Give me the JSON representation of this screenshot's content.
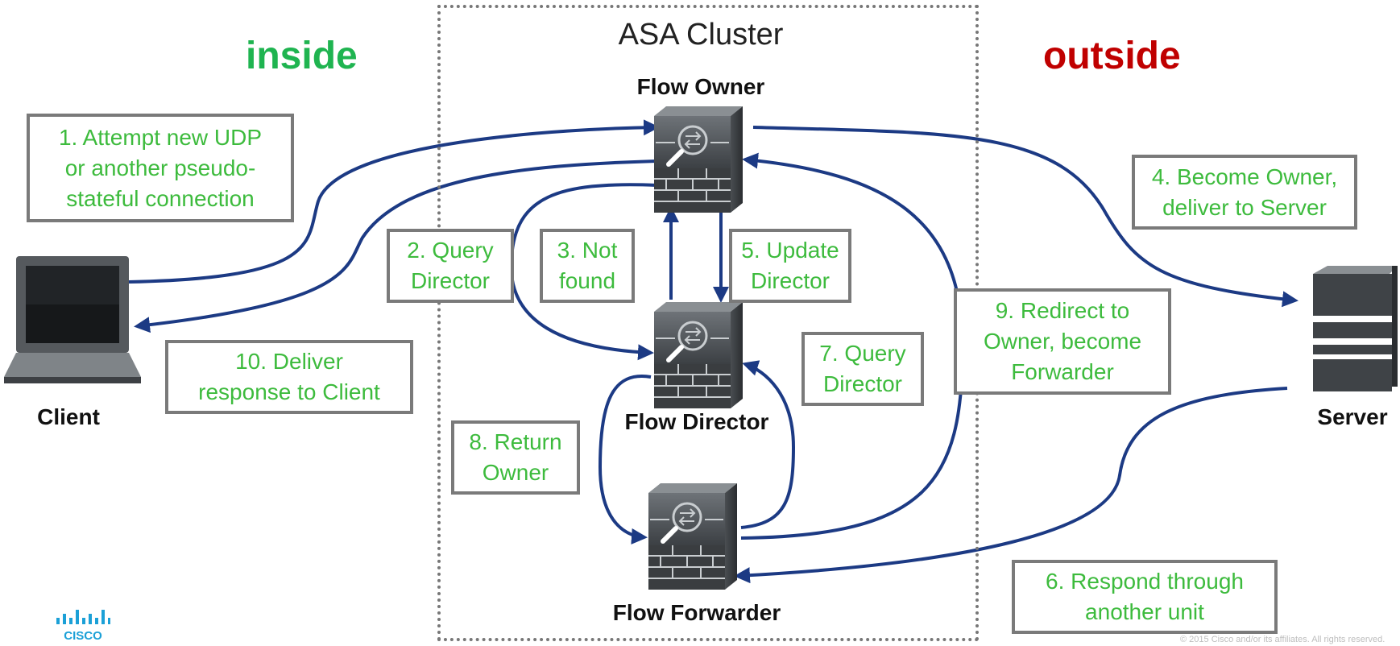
{
  "cluster": {
    "title": "ASA Cluster"
  },
  "zones": {
    "inside": "inside",
    "outside": "outside"
  },
  "devices": {
    "owner": "Flow Owner",
    "director": "Flow Director",
    "forwarder": "Flow Forwarder",
    "client": "Client",
    "server": "Server"
  },
  "steps": [
    "1. Attempt new UDP\nor another pseudo-\nstateful connection",
    "2. Query\nDirector",
    "3. Not\nfound",
    "4. Become Owner,\ndeliver to Server",
    "5. Update\nDirector",
    "6. Respond through\nanother unit",
    "7. Query\nDirector",
    "8. Return\nOwner",
    "9. Redirect to\nOwner, become\nForwarder",
    "10. Deliver\nresponse to Client"
  ],
  "footer": {
    "logo_text": "CISCO",
    "copyright": "© 2015  Cisco and/or its affiliates. All rights reserved."
  },
  "colors": {
    "inside": "#1fb450",
    "outside": "#c00000",
    "step_text": "#3dbb3d",
    "arrow": "#1c3a84"
  }
}
